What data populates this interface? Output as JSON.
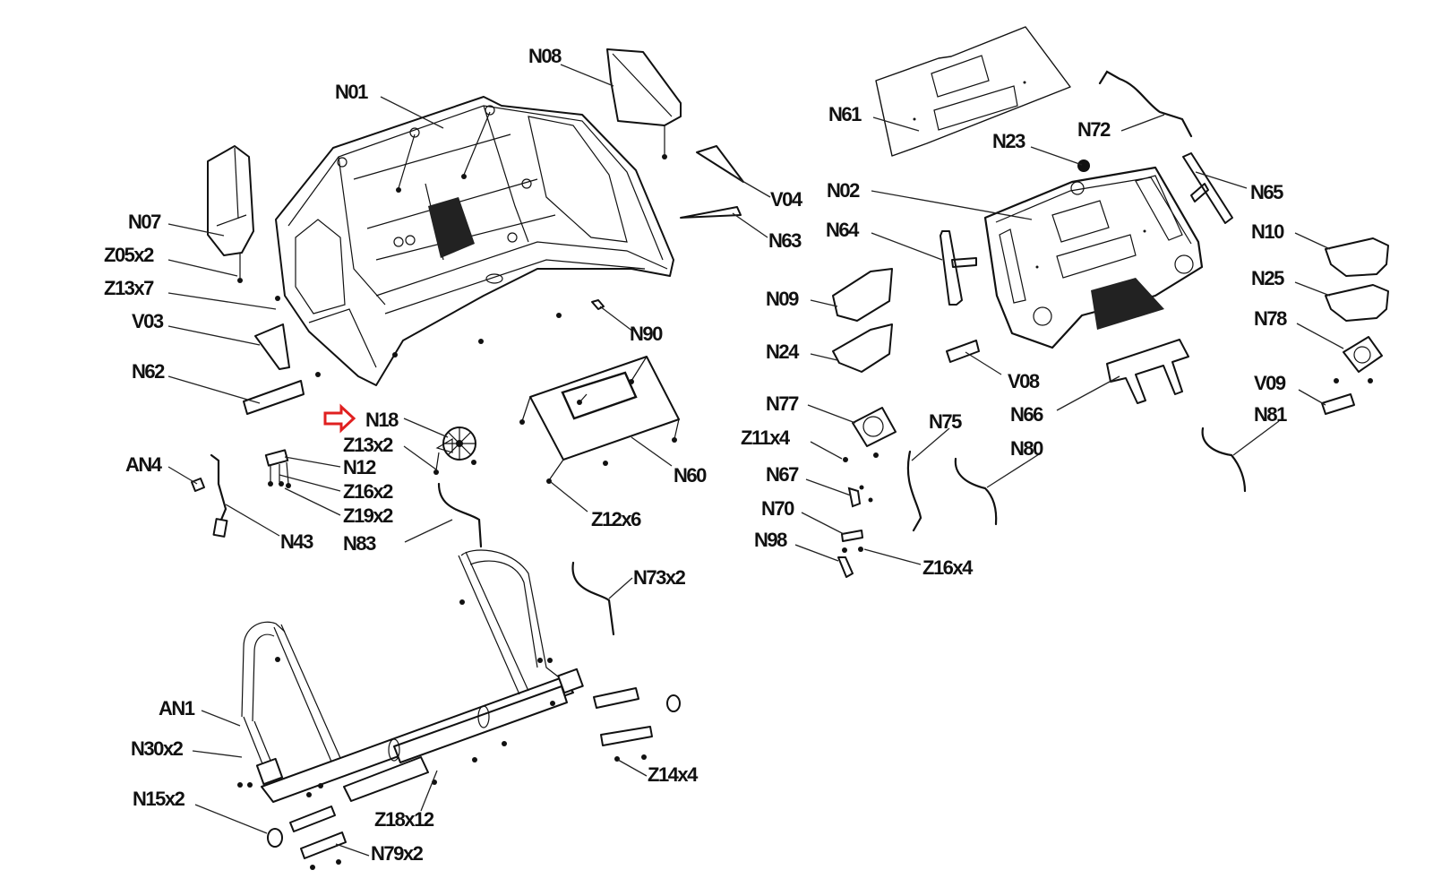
{
  "diagram": {
    "title": "Treadmill console exploded parts diagram",
    "highlight": {
      "part": "N18",
      "arrow_color": "#e02020",
      "arrow_icon": "right-arrow-outline"
    },
    "labels": {
      "N01": "N01",
      "N08": "N08",
      "N07": "N07",
      "Z05x2": "Z05x2",
      "Z13x7": "Z13x7",
      "V03": "V03",
      "N62": "N62",
      "N18": "N18",
      "Z13x2": "Z13x2",
      "N12": "N12",
      "Z16x2": "Z16x2",
      "Z19x2": "Z19x2",
      "AN4": "AN4",
      "N43": "N43",
      "N83": "N83",
      "V04": "V04",
      "N63": "N63",
      "N90": "N90",
      "N60": "N60",
      "Z12x6": "Z12x6",
      "N73x2": "N73x2",
      "AN1": "AN1",
      "N30x2": "N30x2",
      "N15x2": "N15x2",
      "Z18x12": "Z18x12",
      "N79x2": "N79x2",
      "Z14x4": "Z14x4",
      "N61": "N61",
      "N72": "N72",
      "N23": "N23",
      "N02": "N02",
      "N64": "N64",
      "N65": "N65",
      "N10": "N10",
      "N09": "N09",
      "N25": "N25",
      "N24": "N24",
      "N78": "N78",
      "V08": "V08",
      "N66": "N66",
      "V09": "V09",
      "N77": "N77",
      "N75": "N75",
      "N81": "N81",
      "Z11x4": "Z11x4",
      "N80": "N80",
      "N67": "N67",
      "N70": "N70",
      "N98": "N98",
      "Z16x4": "Z16x4"
    }
  }
}
